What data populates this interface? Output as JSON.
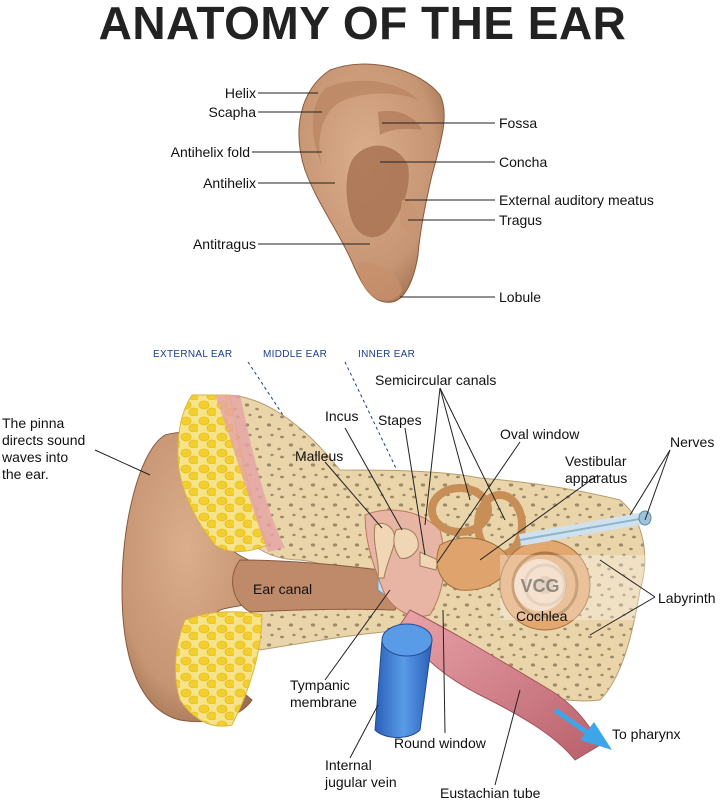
{
  "title": "ANATOMY OF THE EAR",
  "pinna_labels": {
    "helix": "Helix",
    "scapha": "Scapha",
    "antihelix_fold": "Antihelix fold",
    "antihelix": "Antihelix",
    "antitragus": "Antitragus",
    "fossa": "Fossa",
    "concha": "Concha",
    "external_auditory_meatus": "External auditory meatus",
    "tragus": "Tragus",
    "lobule": "Lobule"
  },
  "regions": {
    "external_ear": "EXTERNAL EAR",
    "middle_ear": "MIDDLE EAR",
    "inner_ear": "INNER EAR"
  },
  "section_labels": {
    "pinna_note_1": "The pinna",
    "pinna_note_2": "directs sound",
    "pinna_note_3": "waves into",
    "pinna_note_4": "the ear.",
    "semicircular_canals": "Semicircular canals",
    "incus": "Incus",
    "stapes": "Stapes",
    "oval_window": "Oval window",
    "nerves": "Nerves",
    "malleus": "Malleus",
    "vestibular_1": "Vestibular",
    "vestibular_2": "apparatus",
    "ear_canal": "Ear canal",
    "cochlea": "Cochlea",
    "labyrinth": "Labyrinth",
    "tympanic_1": "Tympanic",
    "tympanic_2": "membrane",
    "round_window": "Round window",
    "to_pharynx": "To pharynx",
    "jugular_1": "Internal",
    "jugular_2": "jugular vein",
    "eustachian_tube": "Eustachian tube"
  },
  "watermark": "VCG",
  "colors": {
    "skin": "#c69573",
    "skin_dark": "#9a6a4c",
    "bone": "#e8d2a8",
    "fat": "#f2d64a",
    "tube": "#d9848d",
    "vein": "#3f7fd6",
    "region_text": "#1a3d8f",
    "pharynx_arrow": "#3ea6e8"
  }
}
